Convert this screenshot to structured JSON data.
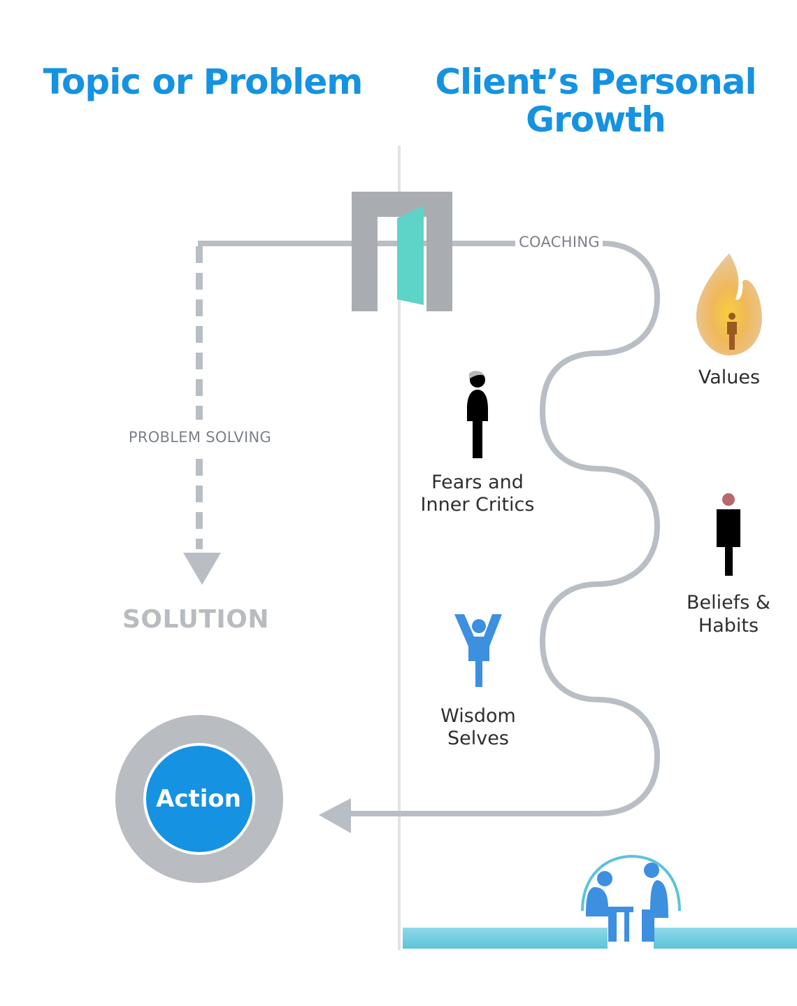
{
  "headings": {
    "left": "Topic or Problem",
    "right_line1": "Client’s Personal",
    "right_line2": "Growth"
  },
  "paths": {
    "coaching": "COACHING",
    "problem_solving": "PROBLEM SOLVING",
    "solution": "SOLUTION"
  },
  "action": "Action",
  "items": {
    "values": "Values",
    "fears_line1": "Fears and",
    "fears_line2": "Inner Critics",
    "beliefs_line1": "Beliefs &",
    "beliefs_line2": "Habits",
    "wisdom_line1": "Wisdom",
    "wisdom_line2": "Selves"
  },
  "icons": {
    "door": "door-icon",
    "flame": "flame-person-icon",
    "fears": "standing-person-icon",
    "beliefs": "person-icon",
    "wisdom": "arms-raised-person-icon",
    "coaching": "coaching-pair-icon"
  },
  "colors": {
    "heading": "#1592e2",
    "path": "#b8bec4",
    "divider": "#e2e3e5",
    "door_frame": "#a9adb1",
    "door_panel": "#5ed3c8",
    "action_fill": "#1592e2",
    "ring": "#b9bcc0",
    "person_blue": "#3d8fe0",
    "floor": "#6ecde0"
  }
}
